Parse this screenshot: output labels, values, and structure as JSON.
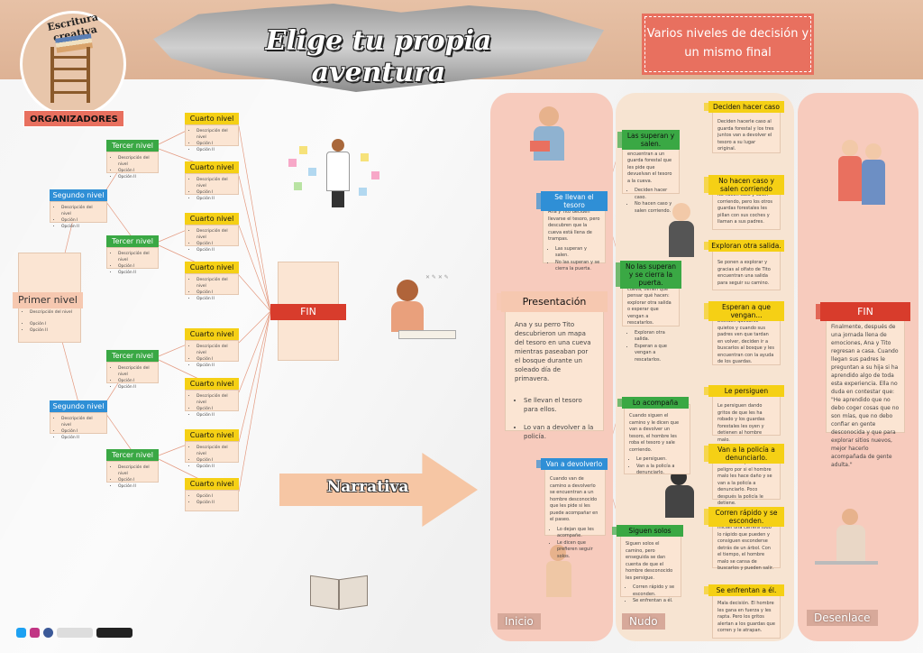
{
  "header": {
    "title": "Elige tu propia aventura",
    "subtitle": "Varios niveles de decisión y un mismo final",
    "logo_text": "Escritura creativa",
    "section_label": "ORGANIZADORES"
  },
  "tree": {
    "primer": {
      "label": "Primer nivel",
      "desc": "Descripción del nivel",
      "opt1": "Opción I",
      "opt2": "Opción II"
    },
    "segundo": {
      "label": "Segundo nivel",
      "desc": "Descripción del nivel",
      "opt1": "Opción I",
      "opt2": "Opción II"
    },
    "tercero": {
      "label": "Tercer nivel",
      "desc": "Descripción del nivel",
      "opt1": "Opción I",
      "opt2": "Opción II"
    },
    "cuarto": {
      "label": "Cuarto nivel",
      "desc": "Descripción del nivel",
      "opt1": "Opción I",
      "opt2": "Opción II"
    },
    "fin": "FIN"
  },
  "narrativa": "Narrativa",
  "columns": {
    "inicio": "Inicio",
    "nudo": "Nudo",
    "desenlace": "Desenlace"
  },
  "presentacion": {
    "label": "Presentación",
    "text": "Ana y su perro Tito descubrieron un mapa del tesoro en una cueva mientras paseaban por el bosque durante un soleado día de primavera.",
    "opt1": "Se llevan el tesoro para ellos.",
    "opt2": "Lo van a devolver a la policía."
  },
  "llevan": {
    "label": "Se llevan el tesoro",
    "text": "Ana y Tito deciden llevarse el tesoro, pero descubren que la cueva está llena de trampas.",
    "opt1": "Las superan y salen.",
    "opt2": "No las superan y se cierra la puerta."
  },
  "devolverlo": {
    "label": "Van a devolverlo",
    "text": "Cuando van de camino a devolverlo se encuentran a un hombre desconocido que les pide si les puede acompañar en el paseo.",
    "opt1": "Lo dejan que les acompañe.",
    "opt2": "Le dicen que prefieren seguir solos."
  },
  "superan": {
    "label": "Las superan y salen.",
    "text": "Cuando salen se encuentran a un guarda forestal que les pide que devuelvan el tesoro a la cueva.",
    "opt1": "Deciden hacer caso.",
    "opt2": "No hacen caso y salen corriendo."
  },
  "nosuperan": {
    "label": "No las superan y se cierra la puerta.",
    "text": "Encerrados en la cueva, tienen que pensar qué hacen: explorar otra salida o esperar que vengan a rescatarlos.",
    "opt1": "Exploran otra salida.",
    "opt2": "Esperan a que vengan a rescatarlos."
  },
  "acompana": {
    "label": "Lo acompaña",
    "text": "Cuando siguen el camino y le dicen que van a devolver un tesoro, el hombre les roba el tesoro y sale corriendo.",
    "opt1": "Le persiguen.",
    "opt2": "Van a la policía a denunciarlo."
  },
  "solos": {
    "label": "Siguen solos",
    "text": "Siguen solos el camino, pero enseguida se dan cuenta de que el hombre desconocido les persigue.",
    "opt1": "Corren rápido y se esconden.",
    "opt2": "Se enfrentan a él."
  },
  "endings": [
    {
      "label": "Deciden hacer caso",
      "text": "Deciden hacerle caso al guarda forestal y los tres juntos van a devolver el tesoro a su lugar original."
    },
    {
      "label": "No hacen caso y salen corriendo",
      "text": "No hacen caso y salen corriendo, pero los otros guardas forestales les pillan con sus coches y llaman a sus padres."
    },
    {
      "label": "Exploran otra salida.",
      "text": "Se ponen a explorar y gracias al olfato de Tito encuentran una salida para seguir su camino."
    },
    {
      "label": "Esperan a que vengan...",
      "text": "Deciden quedarse quietos y cuando sus padres ven que tardan en volver, deciden ir a buscarlos al bosque y les encuentran con la ayuda de los guardas."
    },
    {
      "label": "Le persiguen",
      "text": "Le persiguen dando gritos de que les ha robado y los guardas forestales les oyen y detienen al hombre malo."
    },
    {
      "label": "Van a la policía a denunciarlo.",
      "text": "Deciden no ponerse en peligro por si el hombre malo les hace daño y se van a la policía a denunciarlo. Poco después la policía le detiene."
    },
    {
      "label": "Corren rápido y se esconden.",
      "text": "Inician una carrera todo lo rápido que pueden y consiguen esconderse detrás de un árbol. Con el tiempo, el hombre malo se cansa de buscarlos y pueden salir."
    },
    {
      "label": "Se enfrentan a él.",
      "text": "Mala decisión. El hombre les gana en fuerza y les rapta. Pero los gritos alertan a los guardas que corren y le atrapan."
    }
  ],
  "fin_final": {
    "label": "FIN",
    "text": "Finalmente, después de una jornada llena de emociones, Ana y Tito regresan a casa. Cuando llegan sus padres le preguntan a su hija si ha aprendido algo de toda esta experiencia. Ella no duda en contestar que: \"He aprendido que no debo coger cosas que no son mías, que no debo confiar en gente desconocida y que para explorar sitios nuevos, mejor hacerlo acompañada de gente adulta.\""
  },
  "colors": {
    "salmon": "#f6c8b0",
    "red": "#d83c2c",
    "yellow": "#f5d015",
    "green": "#3aa844",
    "blue": "#2f8fd6"
  }
}
